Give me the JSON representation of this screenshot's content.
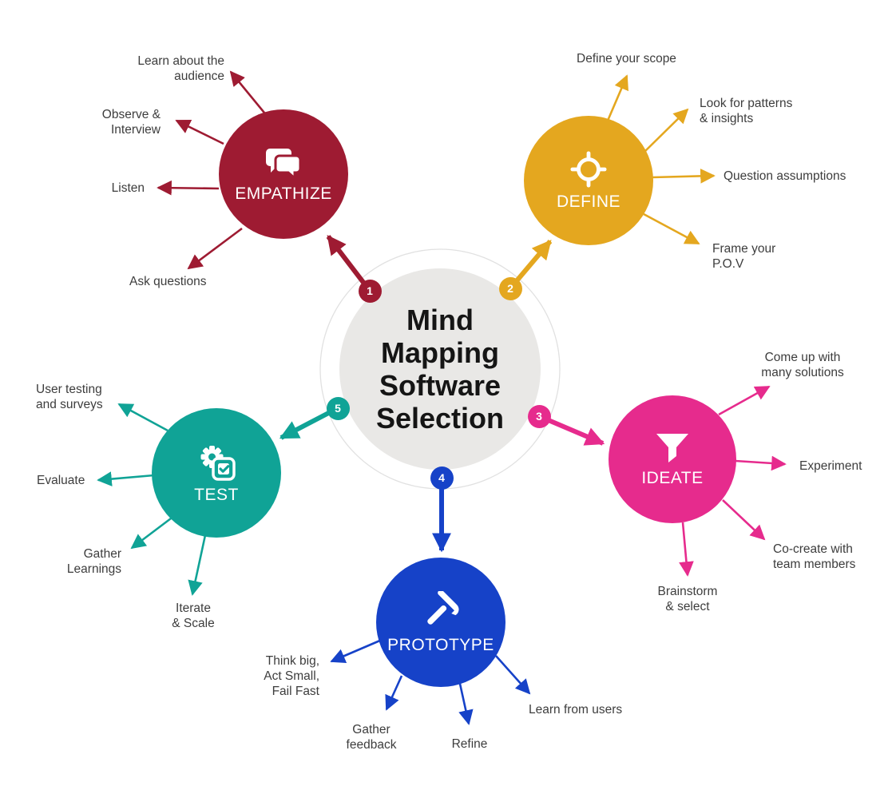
{
  "center": {
    "title_lines": [
      "Mind",
      "Mapping",
      "Software",
      "Selection"
    ]
  },
  "palette": {
    "center_fill": "#E9E8E6",
    "ring_stroke": "#E1E1E1",
    "title_color": "#151515",
    "label_color": "#3D3D3D"
  },
  "stages": [
    {
      "name": "EMPATHIZE",
      "number": "1",
      "color": "#9E1B32",
      "icon": "chat-bubbles-icon",
      "spokes": [
        "Learn about the\naudience",
        "Observe &\nInterview",
        "Listen",
        "Ask questions"
      ]
    },
    {
      "name": "DEFINE",
      "number": "2",
      "color": "#E4A71F",
      "icon": "crosshair-icon",
      "spokes": [
        "Define your scope",
        "Look for patterns\n& insights",
        "Question assumptions",
        "Frame your\nP.O.V"
      ]
    },
    {
      "name": "IDEATE",
      "number": "3",
      "color": "#E62B8D",
      "icon": "funnel-icon",
      "spokes": [
        "Come up with\nmany solutions",
        "Experiment",
        "Co-create with\nteam members",
        "Brainstorm\n& select"
      ]
    },
    {
      "name": "PROTOTYPE",
      "number": "4",
      "color": "#1642C8",
      "icon": "hammer-icon",
      "spokes": [
        "Think big,\nAct Small,\nFail Fast",
        "Gather\nfeedback",
        "Refine",
        "Learn from users"
      ]
    },
    {
      "name": "TEST",
      "number": "5",
      "color": "#10A396",
      "icon": "gear-check-icon",
      "spokes": [
        "User testing\nand surveys",
        "Evaluate",
        "Gather\nLearnings",
        "Iterate\n& Scale"
      ]
    }
  ]
}
